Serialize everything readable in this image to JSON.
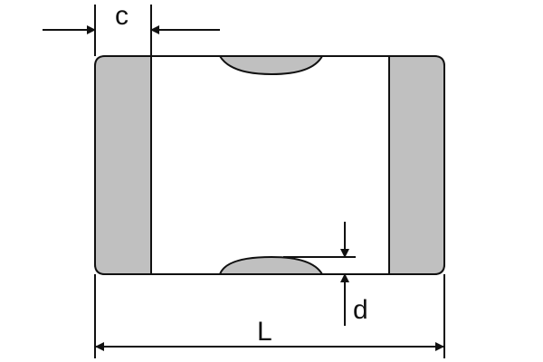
{
  "diagram": {
    "labels": {
      "c": "c",
      "d": "d",
      "L": "L"
    },
    "colors": {
      "electrode": "#c0c0c0",
      "stroke": "#111111",
      "body": "#ffffff"
    }
  }
}
